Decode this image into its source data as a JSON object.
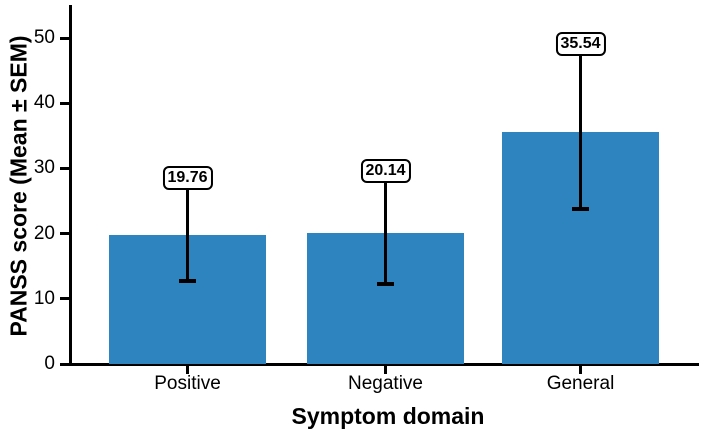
{
  "chart_data": {
    "type": "bar",
    "title": "",
    "xlabel": "Symptom domain",
    "ylabel": "PANSS score (Mean ± SEM)",
    "categories": [
      "Positive",
      "Negative",
      "General"
    ],
    "values": [
      19.76,
      20.14,
      35.54
    ],
    "value_labels": [
      "19.76",
      "20.14",
      "35.54"
    ],
    "sem": [
      7.1,
      7.8,
      11.8
    ],
    "error_bar_style": "line to mean minus SEM with bottom cap, value label box at mean plus SEM",
    "ylim": [
      0,
      55
    ],
    "yticks": [
      0,
      10,
      20,
      30,
      40,
      50
    ],
    "ytick_labels": [
      "0",
      "10",
      "20",
      "30",
      "40",
      "50"
    ],
    "bar_color": "#2e84bf",
    "axis_color": "#000000",
    "error_color": "#000000",
    "grid": false,
    "legend_position": "none"
  }
}
